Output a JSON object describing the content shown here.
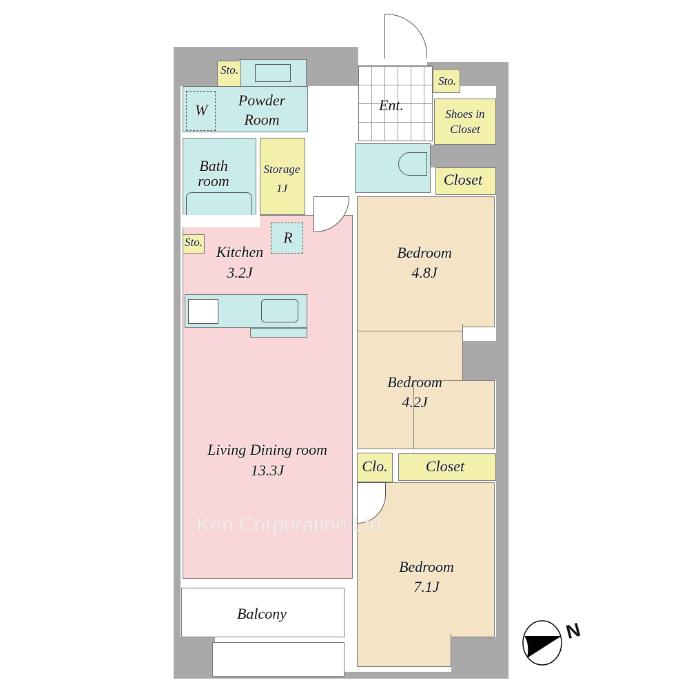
{
  "rooms": {
    "sto_top": "Sto.",
    "powder": "Powder Room",
    "w": "W",
    "bath": "Bath room",
    "storage_name": "Storage",
    "storage_size": "1J",
    "ent": "Ent.",
    "sto_ent": "Sto.",
    "shoes": "Shoes in Closet",
    "closet1": "Closet",
    "sto_kitchen": "Sto.",
    "r": "R",
    "kitchen_name": "Kitchen",
    "kitchen_size": "3.2J",
    "bed1_name": "Bedroom",
    "bed1_size": "4.8J",
    "bed2_name": "Bedroom",
    "bed2_size": "4.2J",
    "clo": "Clo.",
    "closet2": "Closet",
    "ld_name": "Living Dining room",
    "ld_size": "13.3J",
    "bed3_name": "Bedroom",
    "bed3_size": "7.1J",
    "balcony": "Balcony"
  },
  "watermark": "Ken Corporation Ltd",
  "compass": {
    "label": "N",
    "icon": "north-arrow-icon"
  },
  "colors": {
    "wall": "#a9a9a9",
    "ld": "#f9d6d7",
    "bedroom": "#f4e4c5",
    "wet": "#c9eceb",
    "storage": "#f2f0aa"
  }
}
